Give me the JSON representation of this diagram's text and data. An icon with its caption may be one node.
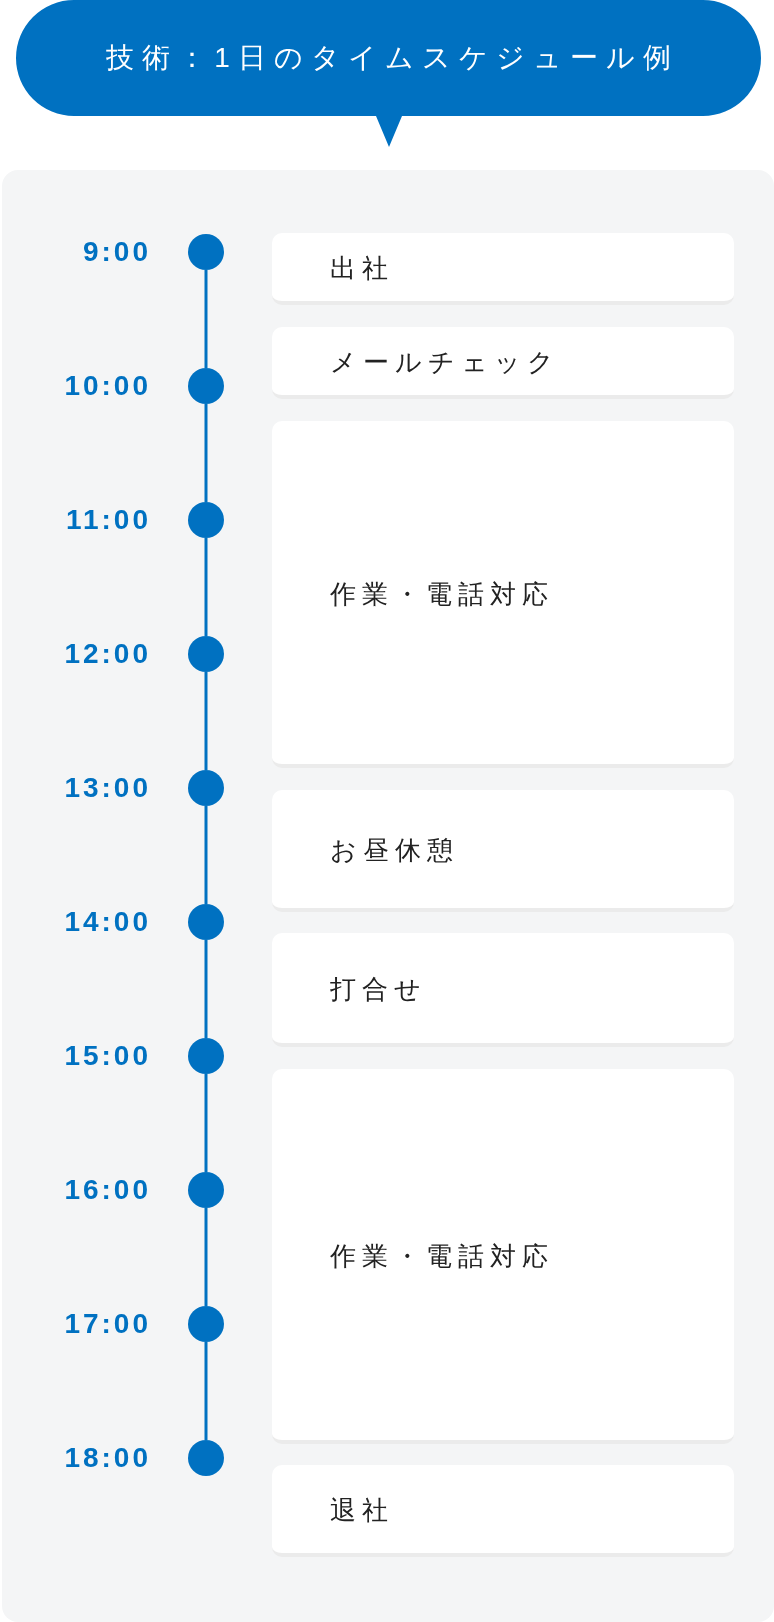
{
  "diagram": {
    "title": "技術：1日のタイムスケジュール例",
    "nodes": [
      {
        "text": [],
        "shape": "circle",
        "beside": [
          "9:00"
        ]
      },
      {
        "text": [],
        "shape": "circle",
        "beside": [
          "10:00"
        ]
      },
      {
        "text": [],
        "shape": "circle",
        "beside": [
          "11:00"
        ]
      },
      {
        "text": [],
        "shape": "circle",
        "beside": [
          "12:00"
        ]
      },
      {
        "text": [],
        "shape": "circle",
        "beside": [
          "13:00"
        ]
      },
      {
        "text": [],
        "shape": "circle",
        "beside": [
          "14:00"
        ]
      },
      {
        "text": [],
        "shape": "circle",
        "beside": [
          "15:00"
        ]
      },
      {
        "text": [],
        "shape": "circle",
        "beside": [
          "16:00"
        ]
      },
      {
        "text": [],
        "shape": "circle",
        "beside": [
          "17:00"
        ]
      },
      {
        "text": [],
        "shape": "circle",
        "beside": [
          "18:00"
        ]
      },
      {
        "text": [
          "出社"
        ]
      },
      {
        "text": [
          "メールチェック"
        ]
      },
      {
        "text": [
          "作業・電話対応"
        ]
      },
      {
        "text": [
          "お昼休憩"
        ]
      },
      {
        "text": [
          "打合せ"
        ]
      },
      {
        "text": [
          "作業・電話対応"
        ]
      },
      {
        "text": [
          "退社"
        ]
      }
    ],
    "edges": [
      {
        "from": 0,
        "to": 1,
        "arrow": "none"
      },
      {
        "from": 1,
        "to": 2,
        "arrow": "none"
      },
      {
        "from": 2,
        "to": 3,
        "arrow": "none"
      },
      {
        "from": 3,
        "to": 4,
        "arrow": "none"
      },
      {
        "from": 4,
        "to": 5,
        "arrow": "none"
      },
      {
        "from": 5,
        "to": 6,
        "arrow": "none"
      },
      {
        "from": 6,
        "to": 7,
        "arrow": "none"
      },
      {
        "from": 7,
        "to": 8,
        "arrow": "none"
      },
      {
        "from": 8,
        "to": 9,
        "arrow": "none"
      }
    ]
  }
}
